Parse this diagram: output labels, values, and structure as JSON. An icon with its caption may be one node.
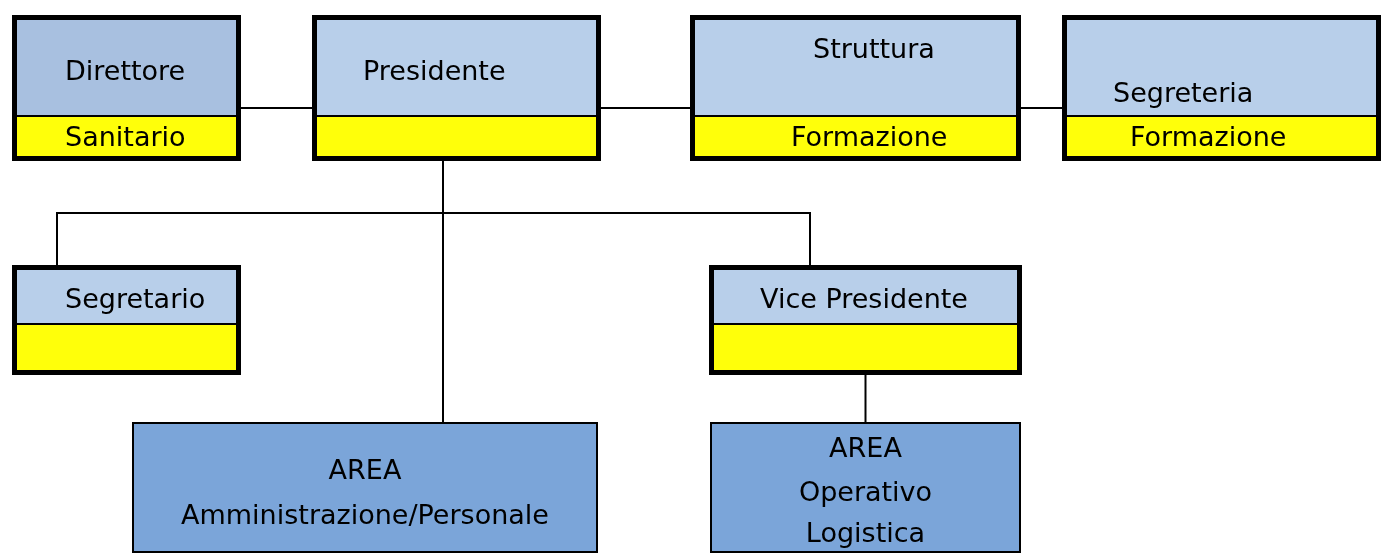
{
  "diagram": {
    "nodes": [
      {
        "text": [
          "Direttore",
          "Sanitario"
        ]
      },
      {
        "text": [
          "Presidente"
        ]
      },
      {
        "text": [
          "Struttura",
          "Formazione"
        ]
      },
      {
        "text": [
          "Segreteria",
          "Formazione"
        ]
      },
      {
        "text": [
          "Segretario"
        ]
      },
      {
        "text": [
          "Vice  Presidente"
        ]
      },
      {
        "text": [
          "AREA",
          "Amministrazione/Personale"
        ]
      },
      {
        "text": [
          "AREA",
          "Operativo Logistica"
        ]
      }
    ],
    "edges": [
      {
        "from": 0,
        "to": 1,
        "arrow": "none"
      },
      {
        "from": 1,
        "to": 2,
        "arrow": "none"
      },
      {
        "from": 2,
        "to": 3,
        "arrow": "none"
      },
      {
        "from": 1,
        "to": 4,
        "arrow": "none"
      },
      {
        "from": 1,
        "to": 5,
        "arrow": "none"
      },
      {
        "from": 1,
        "to": 6,
        "arrow": "none"
      },
      {
        "from": 5,
        "to": 7,
        "arrow": "none"
      }
    ]
  }
}
